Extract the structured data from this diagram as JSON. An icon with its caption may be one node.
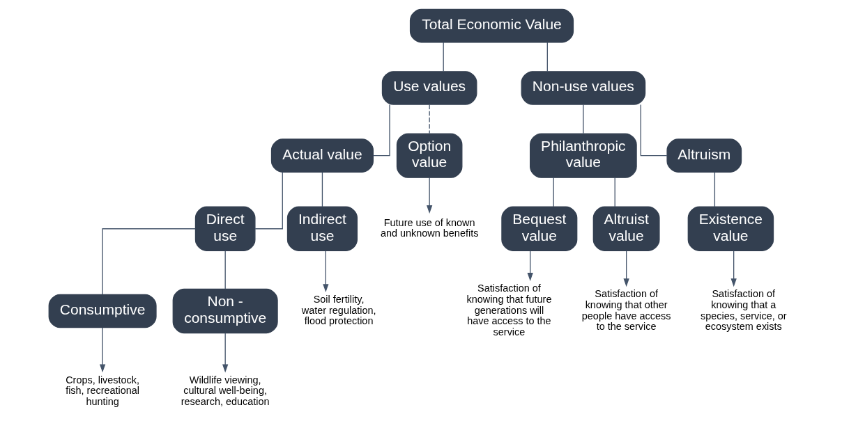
{
  "diagram": {
    "nodes": [
      {
        "text": [
          "Total Economic Value"
        ]
      },
      {
        "text": [
          "Use values"
        ]
      },
      {
        "text": [
          "Non-use values"
        ]
      },
      {
        "text": [
          "Actual value"
        ]
      },
      {
        "text": [
          "Option value"
        ]
      },
      {
        "text": [
          "Philanthropic value"
        ]
      },
      {
        "text": [
          "Altruism"
        ]
      },
      {
        "text": [
          "Direct use"
        ]
      },
      {
        "text": [
          "Indirect use"
        ]
      },
      {
        "text": [
          "Bequest value"
        ]
      },
      {
        "text": [
          "Altruist value"
        ]
      },
      {
        "text": [
          "Existence value"
        ]
      },
      {
        "text": [
          "Consumptive"
        ]
      },
      {
        "text": [
          "Non - consumptive"
        ]
      },
      {
        "text": [
          "Crops, livestock, fish, recreational hunting"
        ]
      },
      {
        "text": [
          "Wildlife viewing, cultural well-being, research, education"
        ]
      },
      {
        "text": [
          "Soil fertility, water regulation, flood protection"
        ]
      },
      {
        "text": [
          "Future use of known and unknown benefits"
        ]
      },
      {
        "text": [
          "Satisfaction of knowing that future generations will have access to the service"
        ]
      },
      {
        "text": [
          "Satisfaction of knowing that other people have access to the service"
        ]
      },
      {
        "text": [
          "Satisfaction of knowing that a species, service, or ecosystem exists"
        ]
      }
    ],
    "edges": [
      {
        "from": 0,
        "to": 1,
        "arrow": "none"
      },
      {
        "from": 0,
        "to": 2,
        "arrow": "none"
      },
      {
        "from": 1,
        "to": 3,
        "arrow": "none"
      },
      {
        "from": 1,
        "to": 4,
        "arrow": "none",
        "style": "dashed"
      },
      {
        "from": 2,
        "to": 5,
        "arrow": "none"
      },
      {
        "from": 2,
        "to": 6,
        "arrow": "none"
      },
      {
        "from": 3,
        "to": 7,
        "arrow": "none"
      },
      {
        "from": 3,
        "to": 8,
        "arrow": "none"
      },
      {
        "from": 5,
        "to": 9,
        "arrow": "none"
      },
      {
        "from": 5,
        "to": 10,
        "arrow": "none"
      },
      {
        "from": 6,
        "to": 11,
        "arrow": "none"
      },
      {
        "from": 7,
        "to": 12,
        "arrow": "none"
      },
      {
        "from": 7,
        "to": 13,
        "arrow": "none"
      },
      {
        "from": 12,
        "to": 14,
        "arrow": "to"
      },
      {
        "from": 13,
        "to": 15,
        "arrow": "to"
      },
      {
        "from": 8,
        "to": 16,
        "arrow": "to"
      },
      {
        "from": 4,
        "to": 17,
        "arrow": "to"
      },
      {
        "from": 9,
        "to": 18,
        "arrow": "to"
      },
      {
        "from": 10,
        "to": 19,
        "arrow": "to"
      },
      {
        "from": 11,
        "to": 20,
        "arrow": "to"
      }
    ]
  }
}
